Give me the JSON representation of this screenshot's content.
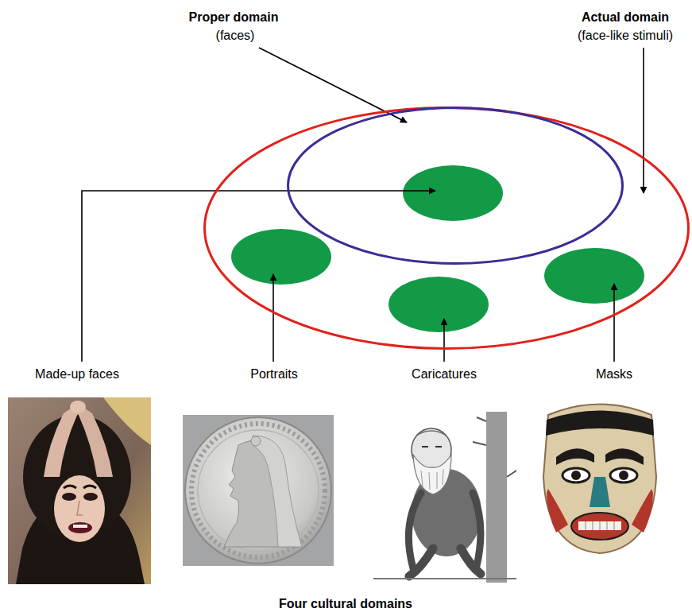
{
  "diagram": {
    "caption": "Four cultural domains",
    "nodes": [
      {
        "text": [
          "Actual domain",
          "(face-like stimuli)"
        ]
      },
      {
        "text": [
          "Proper domain",
          "(faces)"
        ],
        "in": 0
      }
    ],
    "labels": [
      "Made-up faces",
      "Portraits",
      "Caricatures",
      "Masks"
    ]
  }
}
